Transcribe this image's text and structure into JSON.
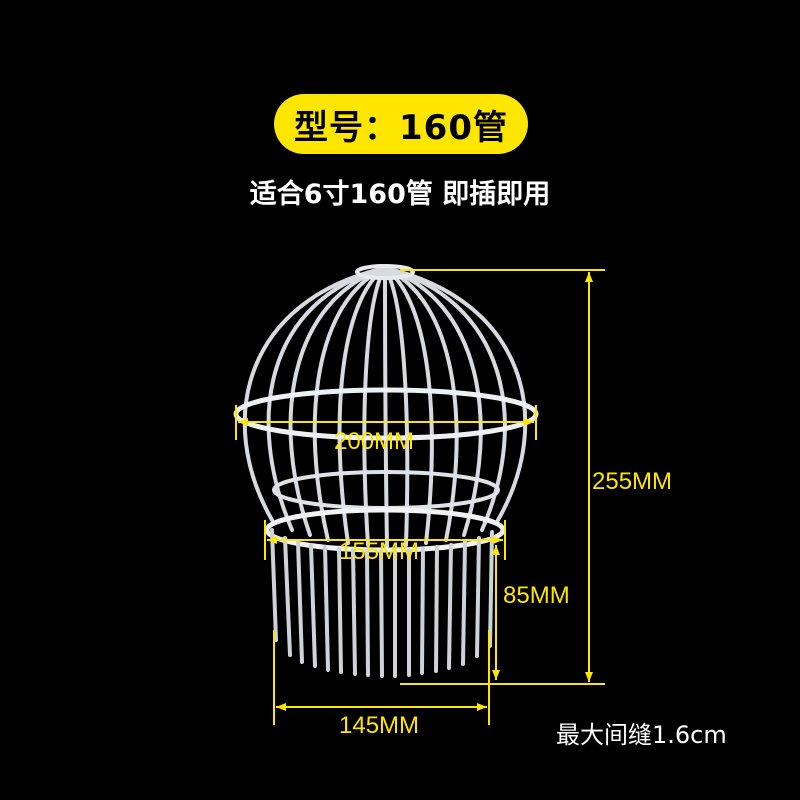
{
  "header": {
    "model_label": "型号：160管"
  },
  "subtitle": "适合6寸160管  即插即用",
  "dimensions": {
    "sphere_diameter": "200MM",
    "neck_ring_diameter": "155MM",
    "total_height": "255MM",
    "leg_length": "85MM",
    "base_width": "145MM"
  },
  "note": "最大间缝1.6cm",
  "colors": {
    "background": "#000000",
    "badge": "#ffe600",
    "dimension_lines": "#ffe600",
    "text": "#ffffff"
  }
}
